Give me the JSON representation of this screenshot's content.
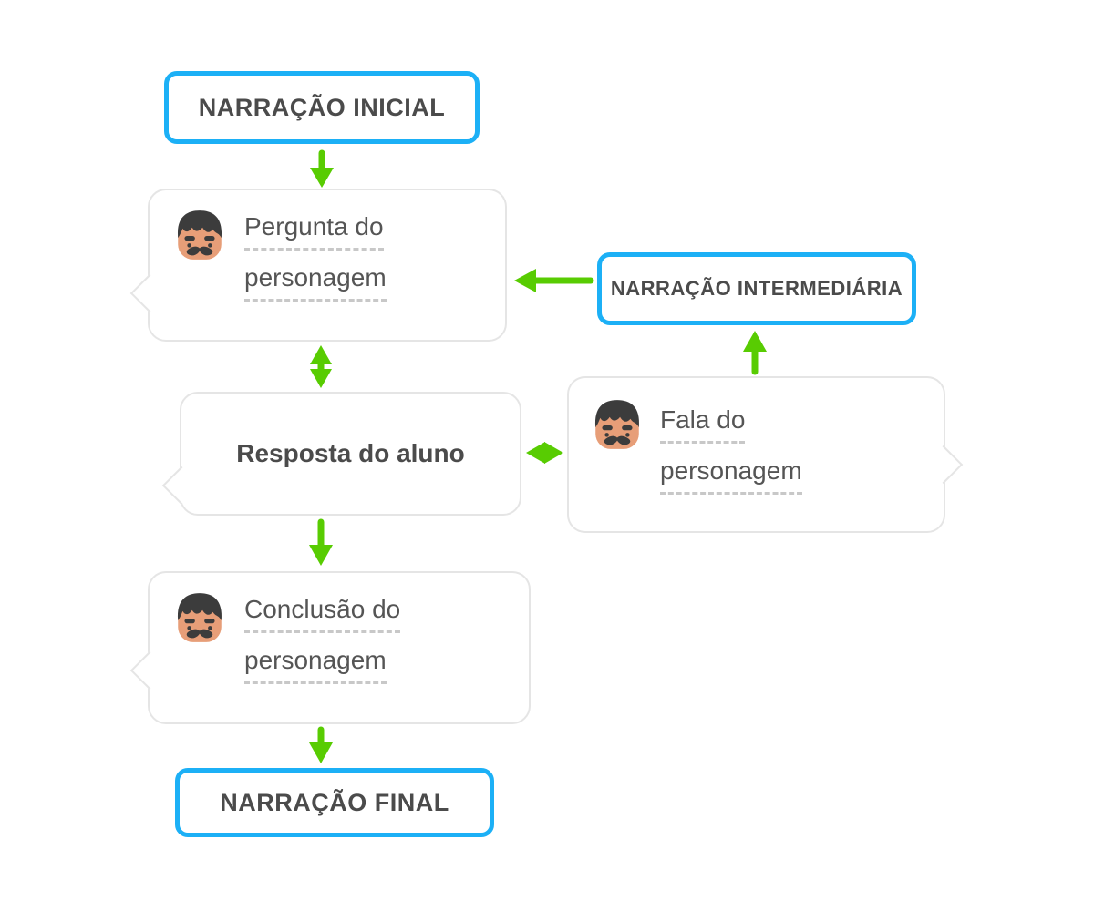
{
  "colors": {
    "narration_border_blue": "#1cb0f6",
    "arrow_green": "#58cc02",
    "bubble_border_gray": "#e5e5e5",
    "heading_text": "#4b4b4b",
    "body_text": "#555555",
    "dashed_underline": "#c8c8c8"
  },
  "nodes": {
    "narracao_inicial": {
      "label": "NARRAÇÃO INICIAL"
    },
    "pergunta": {
      "line1": "Pergunta do",
      "line2": "personagem"
    },
    "narracao_intermediaria": {
      "label": "NARRAÇÃO INTERMEDIÁRIA"
    },
    "resposta": {
      "label": "Resposta do aluno"
    },
    "fala": {
      "line1": "Fala do",
      "line2": "personagem"
    },
    "conclusao": {
      "line1": "Conclusão do",
      "line2": "personagem"
    },
    "narracao_final": {
      "label": "NARRAÇÃO FINAL"
    }
  },
  "edges": [
    {
      "from": "narracao_inicial",
      "to": "pergunta",
      "type": "arrow-down"
    },
    {
      "from": "pergunta",
      "to": "resposta",
      "type": "double-arrow-vertical"
    },
    {
      "from": "resposta",
      "to": "fala",
      "type": "double-arrow-horizontal"
    },
    {
      "from": "fala",
      "to": "narracao_intermediaria",
      "type": "arrow-up"
    },
    {
      "from": "narracao_intermediaria",
      "to": "pergunta",
      "type": "arrow-left"
    },
    {
      "from": "resposta",
      "to": "conclusao",
      "type": "arrow-down"
    },
    {
      "from": "conclusao",
      "to": "narracao_final",
      "type": "arrow-down"
    }
  ],
  "icons": {
    "avatar": "mustached-character-avatar"
  }
}
